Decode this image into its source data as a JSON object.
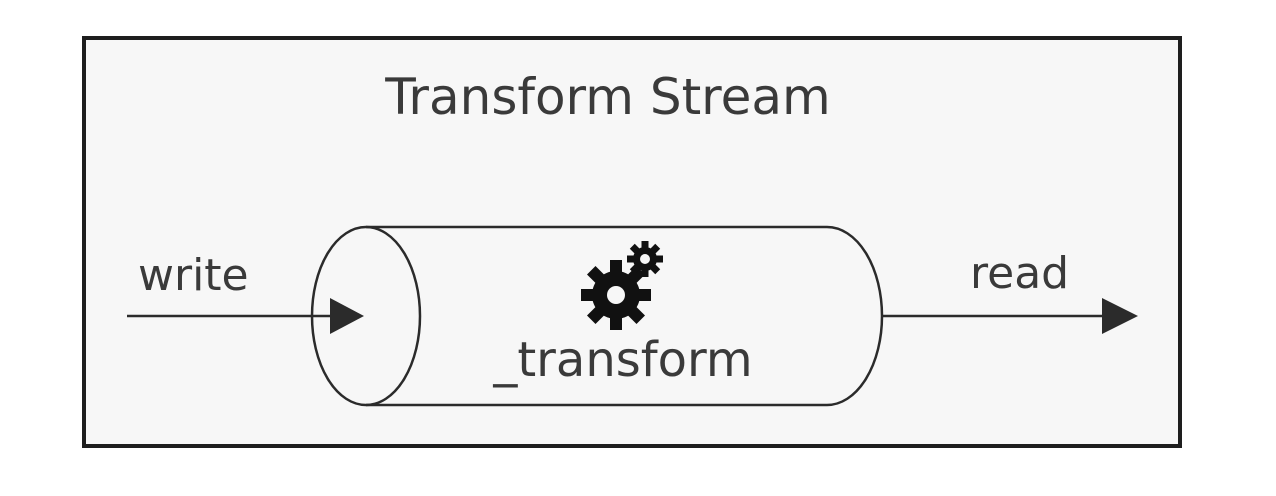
{
  "diagram": {
    "title": "Transform Stream",
    "input_label": "write",
    "output_label": "read",
    "process_label": "_transform",
    "icon": "gears-icon",
    "colors": {
      "frame_fill": "#f7f7f7",
      "frame_border": "#1e1e1e",
      "text": "#3a3a3a",
      "lines": "#2b2b2b",
      "gear": "#111111"
    }
  }
}
